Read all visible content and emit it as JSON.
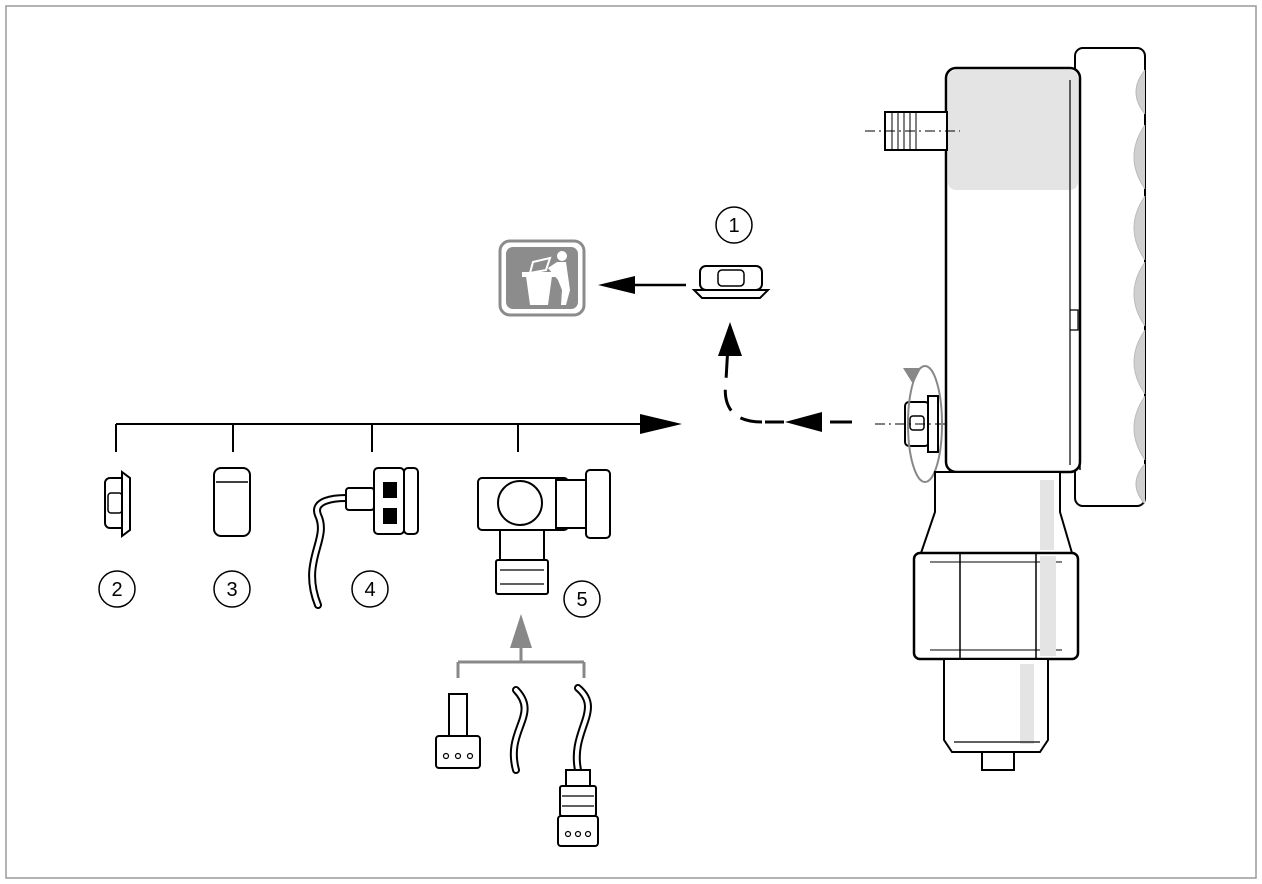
{
  "callouts": {
    "c1": "1",
    "c2": "2",
    "c3": "3",
    "c4": "4",
    "c5": "5"
  },
  "icons": {
    "disposal": "trash-disposal-icon"
  },
  "colors": {
    "line": "#000000",
    "housing_shade": "#e4e4e4",
    "fin_shade": "#d0d0d0",
    "icon_bg": "#8c8c8c",
    "accessory_arrow": "#888888"
  }
}
